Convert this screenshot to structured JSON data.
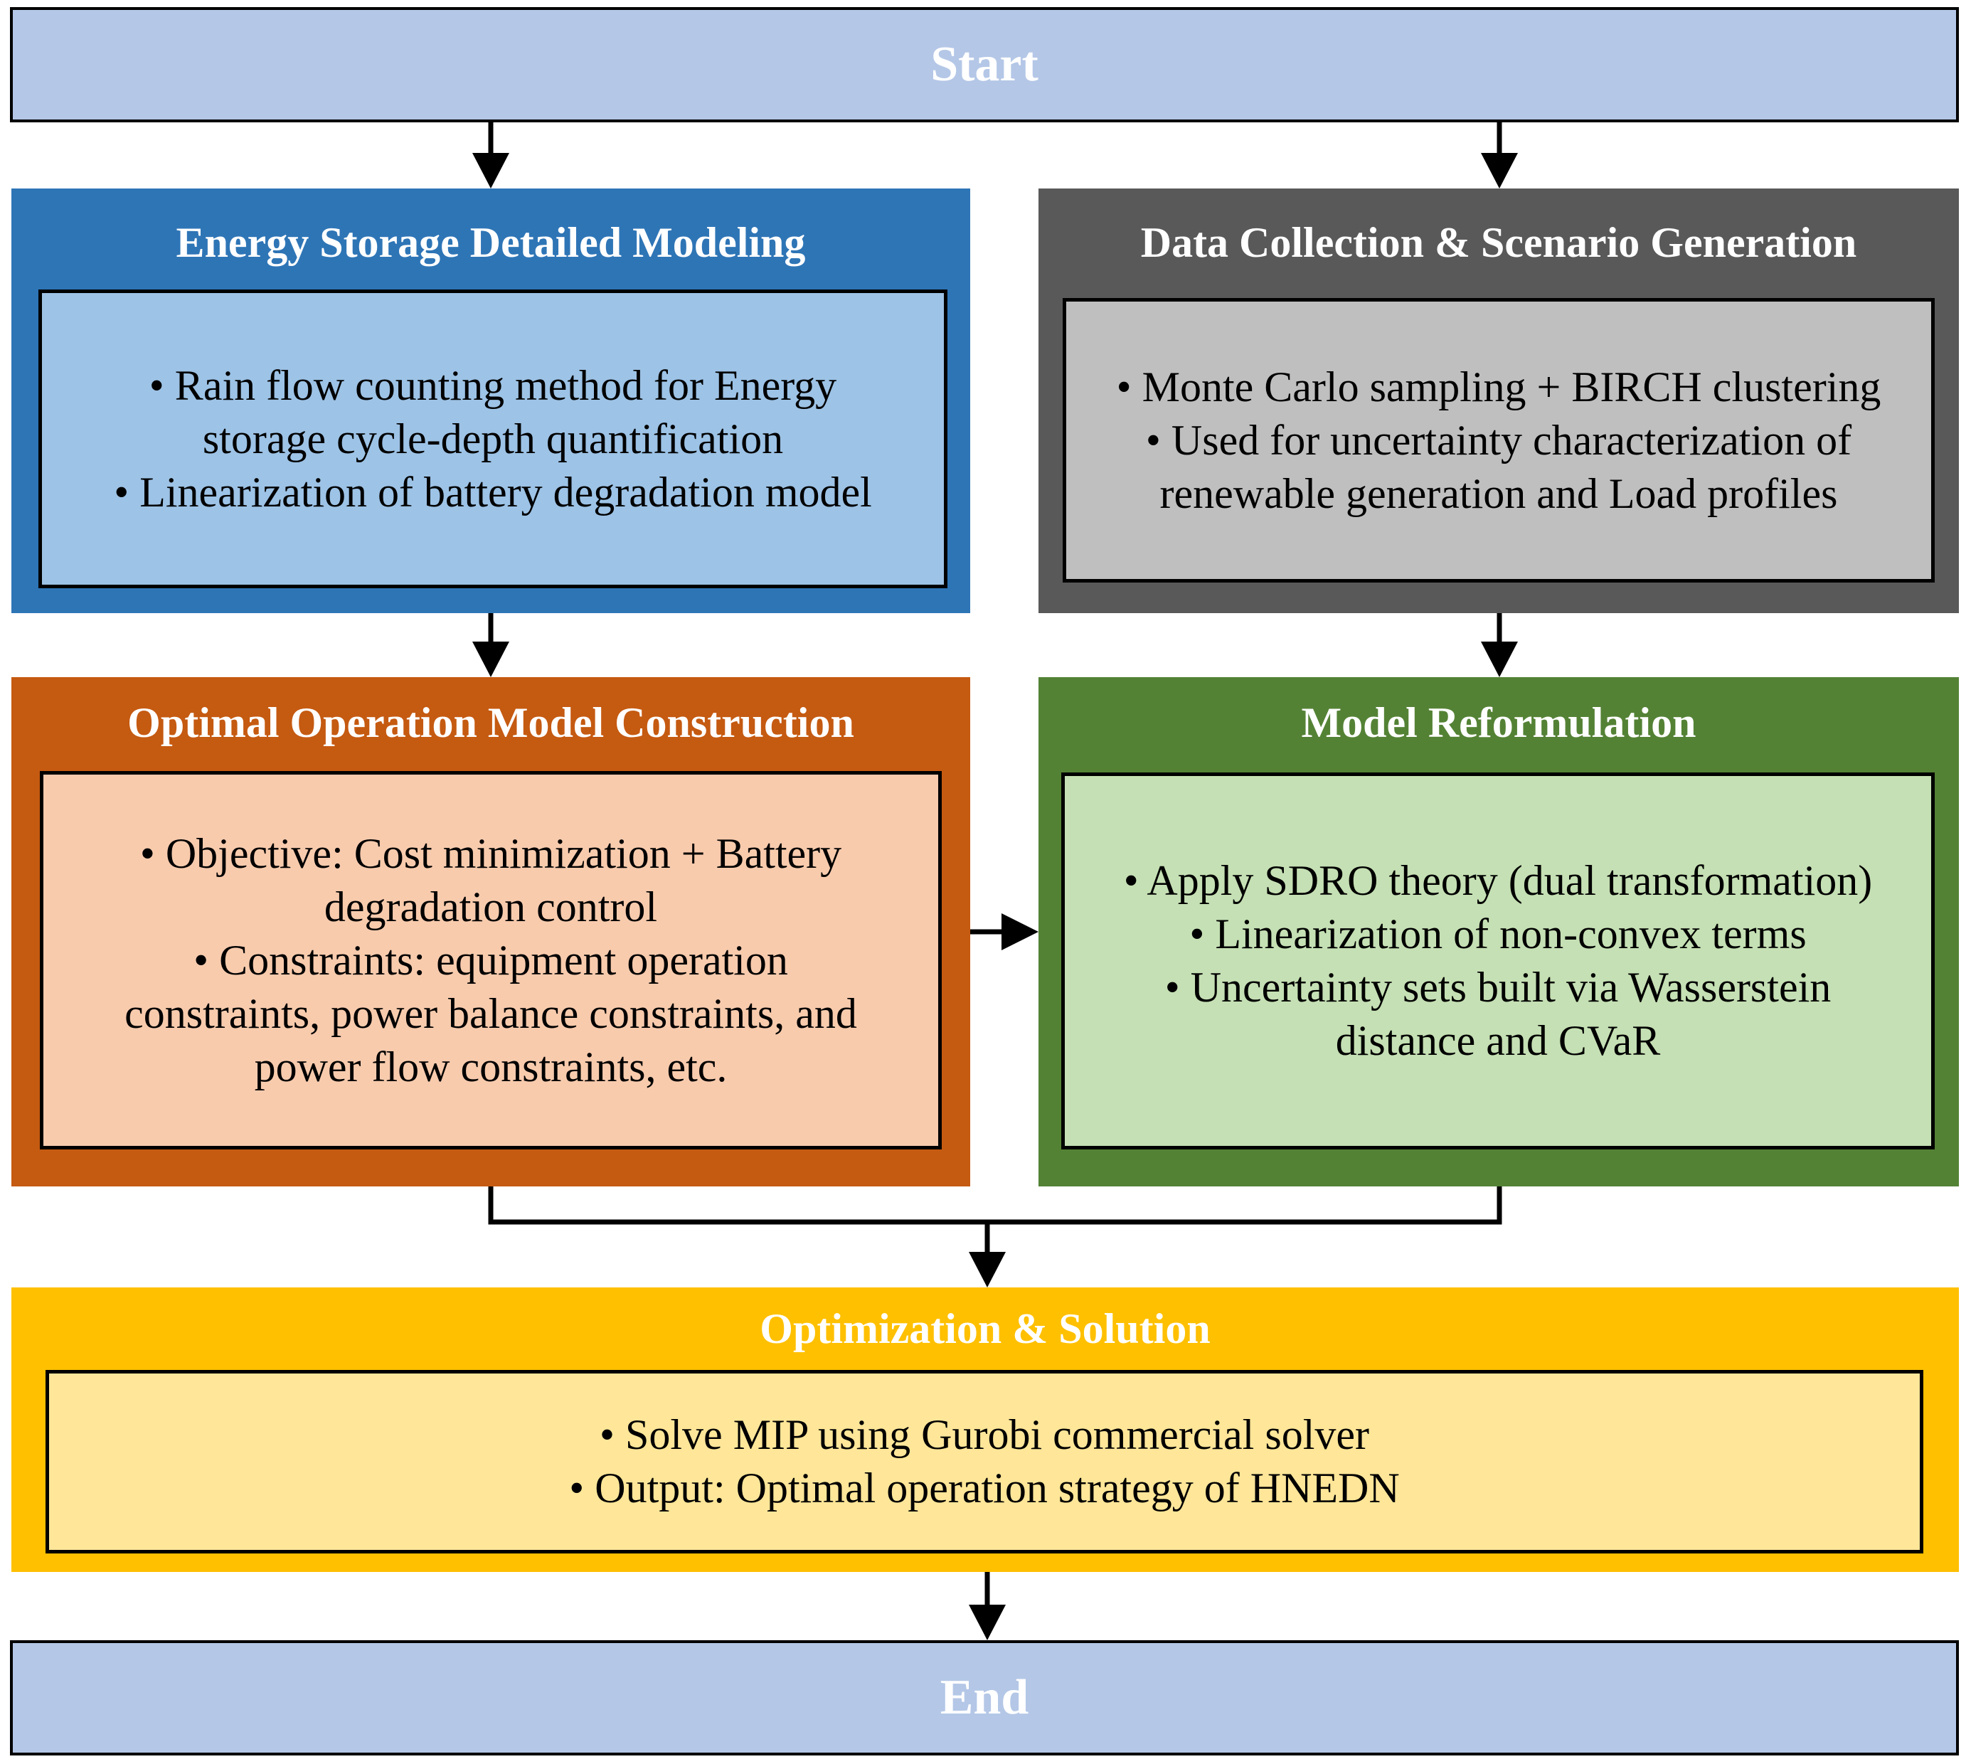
{
  "start": {
    "label": "Start"
  },
  "end": {
    "label": "End"
  },
  "energy_storage": {
    "title": "Energy Storage Detailed Modeling",
    "lines": [
      "• Rain flow counting method for Energy",
      "storage cycle-depth quantification",
      "• Linearization of battery degradation model"
    ],
    "colors": {
      "panel": "#2e75b6",
      "inner": "#9dc3e6"
    }
  },
  "data_collection": {
    "title": "Data Collection & Scenario Generation",
    "lines": [
      "• Monte Carlo sampling + BIRCH clustering",
      "• Used for uncertainty characterization of",
      "renewable generation and Load profiles"
    ],
    "colors": {
      "panel": "#595959",
      "inner": "#bfbfbf"
    }
  },
  "optimal_operation": {
    "title": "Optimal Operation Model Construction",
    "lines": [
      "• Objective: Cost minimization + Battery",
      "degradation control",
      "• Constraints: equipment operation",
      "constraints, power balance constraints, and",
      "power flow constraints, etc."
    ],
    "colors": {
      "panel": "#c55a11",
      "inner": "#f8cbad"
    }
  },
  "model_reformulation": {
    "title": "Model Reformulation",
    "lines": [
      "• Apply SDRO theory (dual transformation)",
      "• Linearization of non-convex terms",
      "• Uncertainty sets built via Wasserstein",
      "distance and CVaR"
    ],
    "colors": {
      "panel": "#548235",
      "inner": "#c5e0b4"
    }
  },
  "optimization_solution": {
    "title": "Optimization & Solution",
    "lines": [
      "• Solve MIP using Gurobi commercial solver",
      "• Output: Optimal operation strategy of HNEDN"
    ],
    "colors": {
      "panel": "#ffc000",
      "inner": "#ffe699"
    }
  },
  "colors": {
    "terminal": "#b4c7e7",
    "arrow": "#000000"
  }
}
